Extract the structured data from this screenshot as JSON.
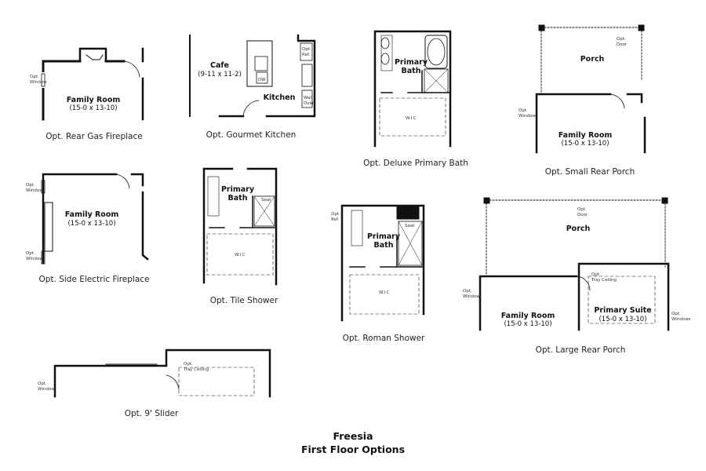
{
  "captions": {
    "rear_fireplace": "Opt. Rear Gas Fireplace",
    "gourmet_kitchen": "Opt. Gourmet Kitchen",
    "deluxe_bath": "Opt. Deluxe Primary Bath",
    "small_porch": "Opt. Small Rear Porch",
    "side_fireplace": "Opt. Side Electric Fireplace",
    "tile_shower": "Opt. Tile Shower",
    "roman_shower": "Opt. Roman Shower",
    "large_porch": "Opt. Large Rear Porch",
    "slider": "Opt. 9' Slider"
  },
  "rooms": {
    "family_room": "Family Room",
    "family_dims": "(15-0 x 13-10)",
    "cafe": "Cafe",
    "cafe_dims": "(9-11 x 11-2)",
    "kitchen": "Kitchen",
    "primary": "Primary",
    "bath": "Bath",
    "wic": "W.I.C",
    "porch": "Porch",
    "primary_suite": "Primary Suite",
    "suite_dims": "(15-0 x 13-10)",
    "seat": "Seat"
  },
  "notes": {
    "opt": "Opt.",
    "window": "Window",
    "windows": "Windows",
    "ref": "Ref.",
    "door": "Door",
    "dw": "DW",
    "wall": "Wall",
    "oven": "Oven",
    "tray_ceiling": "Tray Ceiling"
  },
  "title": {
    "line1": "Freesia",
    "line2": "First Floor Options"
  }
}
